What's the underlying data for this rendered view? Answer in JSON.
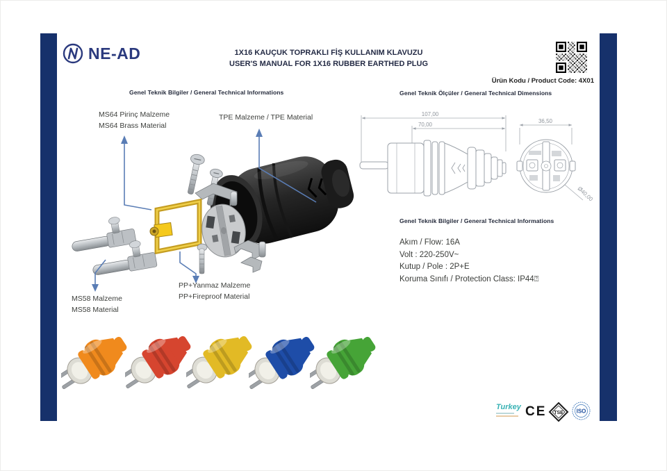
{
  "header": {
    "brand": "NE-AD",
    "title_line1": "1X16 KAUÇUK TOPRAKLI FİŞ KULLANIM KLAVUZU",
    "title_line2": "USER'S MANUAL FOR 1X16 RUBBER EARTHED PLUG",
    "product_code": "Ürün Kodu / Product Code: 4X01"
  },
  "sections": {
    "exploded_header": "Genel Teknik Bilgiler / General Technical Informations",
    "dimensions_header": "Genel Teknik Ölçüler / General Technical Dimensions",
    "specs_header": "Genel Teknik Bilgiler / General Technical Informations"
  },
  "exploded": {
    "ms64_label_line1": "MS64 Pirinç Malzeme",
    "ms64_label_line2": "MS64 Brass Material",
    "tpe_label": "TPE Malzeme / TPE Material",
    "ms58_label_line1": "MS58 Malzeme",
    "ms58_label_line2": "MS58 Material",
    "pp_label_line1": "PP+Yanmaz Malzeme",
    "pp_label_line2": "PP+Fireproof Material"
  },
  "dimensions": {
    "overall_length": "107,00",
    "front_length": "70,00",
    "face_width": "36,50",
    "body_diameter": "Ø40,00"
  },
  "specs": {
    "current": "Akım / Flow: 16A",
    "voltage": "Volt : 220-250V~",
    "pole": "Kutup / Pole : 2P+E",
    "protection": "Koruma Sınıfı / Protection Class: IP44⍰"
  },
  "plug_variants": [
    {
      "name": "orange",
      "color": "#F08A1D"
    },
    {
      "name": "red",
      "color": "#D6452F"
    },
    {
      "name": "yellow",
      "color": "#E2BA25"
    },
    {
      "name": "blue",
      "color": "#1E4DA8"
    },
    {
      "name": "green",
      "color": "#46A437"
    }
  ],
  "certifications": {
    "turkey": "Turkey",
    "ce": "CE",
    "tse": "TSE",
    "iso": "ISO"
  },
  "colors": {
    "accent_bar": "#16316B",
    "brand": "#2B3A7E",
    "connector": "#5A7DB5",
    "brass": "#C59D21"
  }
}
